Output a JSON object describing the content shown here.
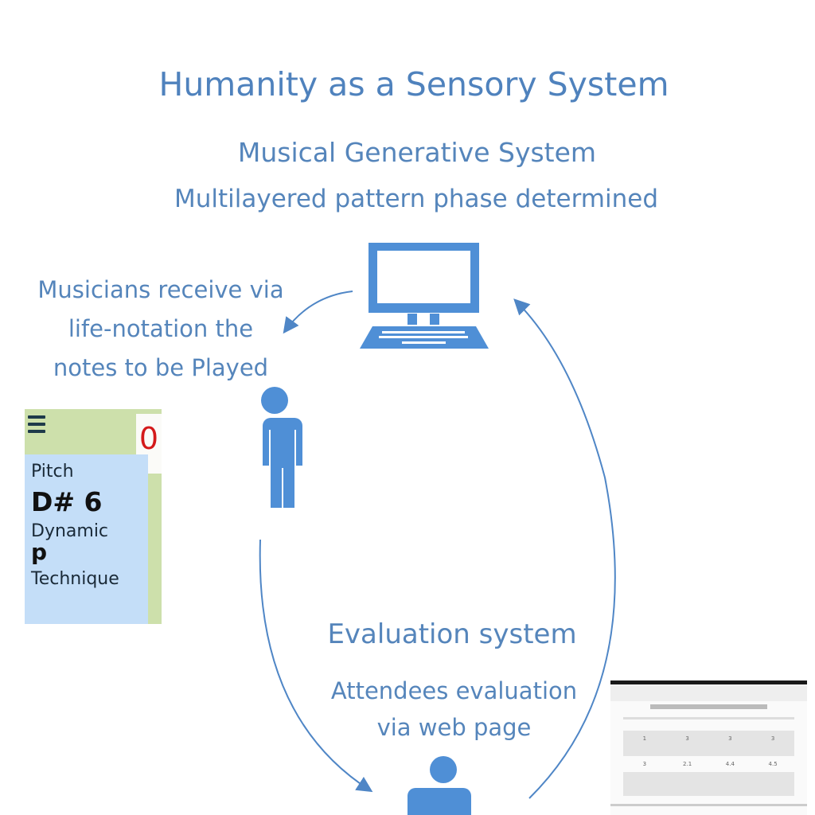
{
  "title": "Humanity as a Sensory System",
  "generative": {
    "heading": "Musical Generative System",
    "subheading": "Multilayered pattern phase determined"
  },
  "musicians": {
    "lines": [
      "Musicians receive via",
      "life-notation the",
      "notes to be Played"
    ]
  },
  "phone": {
    "counter": "0",
    "pitch_label": "Pitch",
    "pitch_value": "D# 6",
    "dynamic_label": "Dynamic",
    "dynamic_value": "p",
    "technique_label": "Technique"
  },
  "evaluation": {
    "heading": "Evaluation system",
    "lines": [
      "Attendees evaluation",
      "via web page"
    ]
  },
  "webpage": {
    "row1": [
      "1",
      "3",
      "3",
      "3"
    ],
    "row2": [
      "3",
      "2.1",
      "4.4",
      "4.5"
    ]
  },
  "colors": {
    "accent": "#4f82bd",
    "icon": "#5a8fd0"
  }
}
